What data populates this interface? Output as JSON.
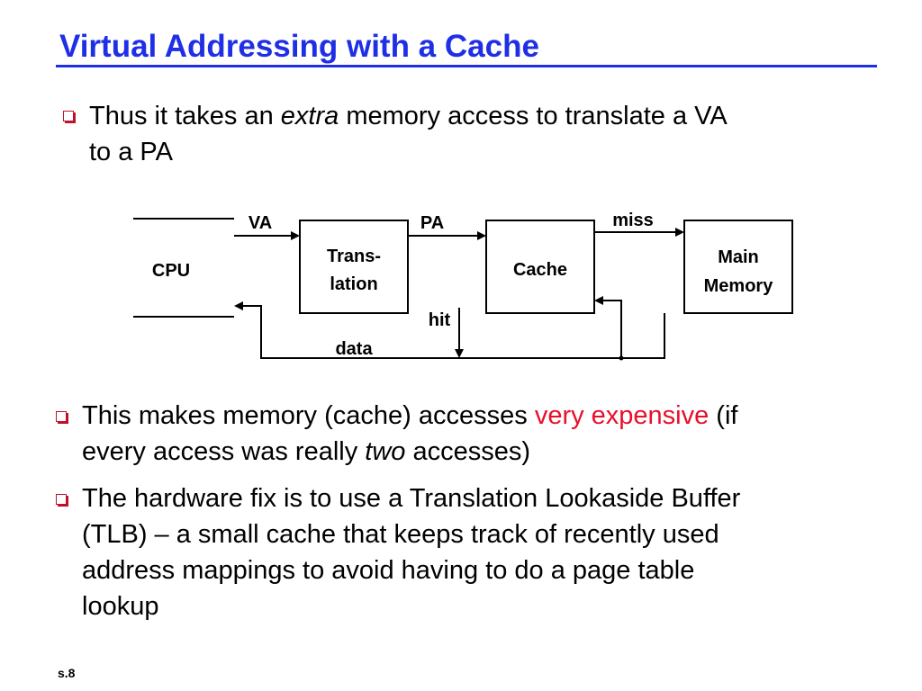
{
  "slide": {
    "title": "Virtual Addressing with a Cache",
    "page_number": "s.8"
  },
  "bullets": [
    {
      "before": "Thus it takes an ",
      "em": "extra",
      "after_line1": " memory access to translate a VA",
      "line2": "to a PA"
    },
    {
      "before": "This makes memory (cache) accesses ",
      "highlight": "very expensive",
      "after": " (if",
      "line2_before": "every access was really ",
      "line2_em": "two",
      "line2_after": " accesses)"
    },
    {
      "lines": [
        "The hardware fix is to use a Translation Lookaside Buffer",
        "(TLB) – a small cache that keeps track of recently used",
        "address mappings to avoid having to do a page table",
        "lookup"
      ]
    }
  ],
  "diagram": {
    "cpu_label": "CPU",
    "translation_line1": "Trans-",
    "translation_line2": "lation",
    "cache_label": "Cache",
    "memory_line1": "Main",
    "memory_line2": "Memory",
    "va_label": "VA",
    "pa_label": "PA",
    "miss_label": "miss",
    "hit_label": "hit",
    "data_label": "data"
  },
  "colors": {
    "title": "#1f2fe6",
    "highlight": "#e8102a",
    "bullet_marker": "#c0102a"
  }
}
